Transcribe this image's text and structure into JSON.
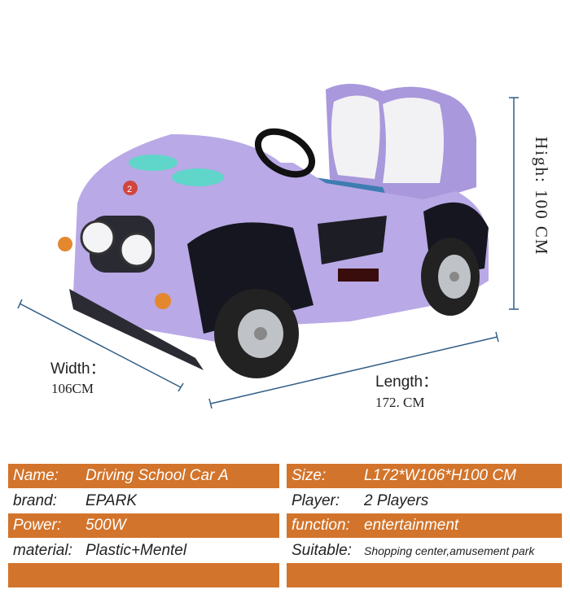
{
  "dimensions": {
    "height_label": "High: 100 CM",
    "width_label": "Width：",
    "width_value": "106CM",
    "length_label": "Length：",
    "length_value": "172. CM"
  },
  "product": {
    "number_badge": "2",
    "body_color": "#b9a9e6",
    "accent_color": "#d2742b"
  },
  "specs": [
    {
      "left_label": "Name:",
      "left_value": "Driving School Car A",
      "right_label": "Size:",
      "right_value": "L172*W106*H100 CM",
      "style": "orange"
    },
    {
      "left_label": "brand:",
      "left_value": "EPARK",
      "right_label": "Player:",
      "right_value": "2 Players",
      "style": "white"
    },
    {
      "left_label": "Power:",
      "left_value": "500W",
      "right_label": "function:",
      "right_value": "entertainment",
      "style": "orange"
    },
    {
      "left_label": "material:",
      "left_value": "Plastic+Mentel",
      "right_label": "Suitable:",
      "right_value": "Shopping center,amusement park",
      "style": "white"
    },
    {
      "left_label": "",
      "left_value": "",
      "right_label": "",
      "right_value": "",
      "style": "orange"
    }
  ]
}
